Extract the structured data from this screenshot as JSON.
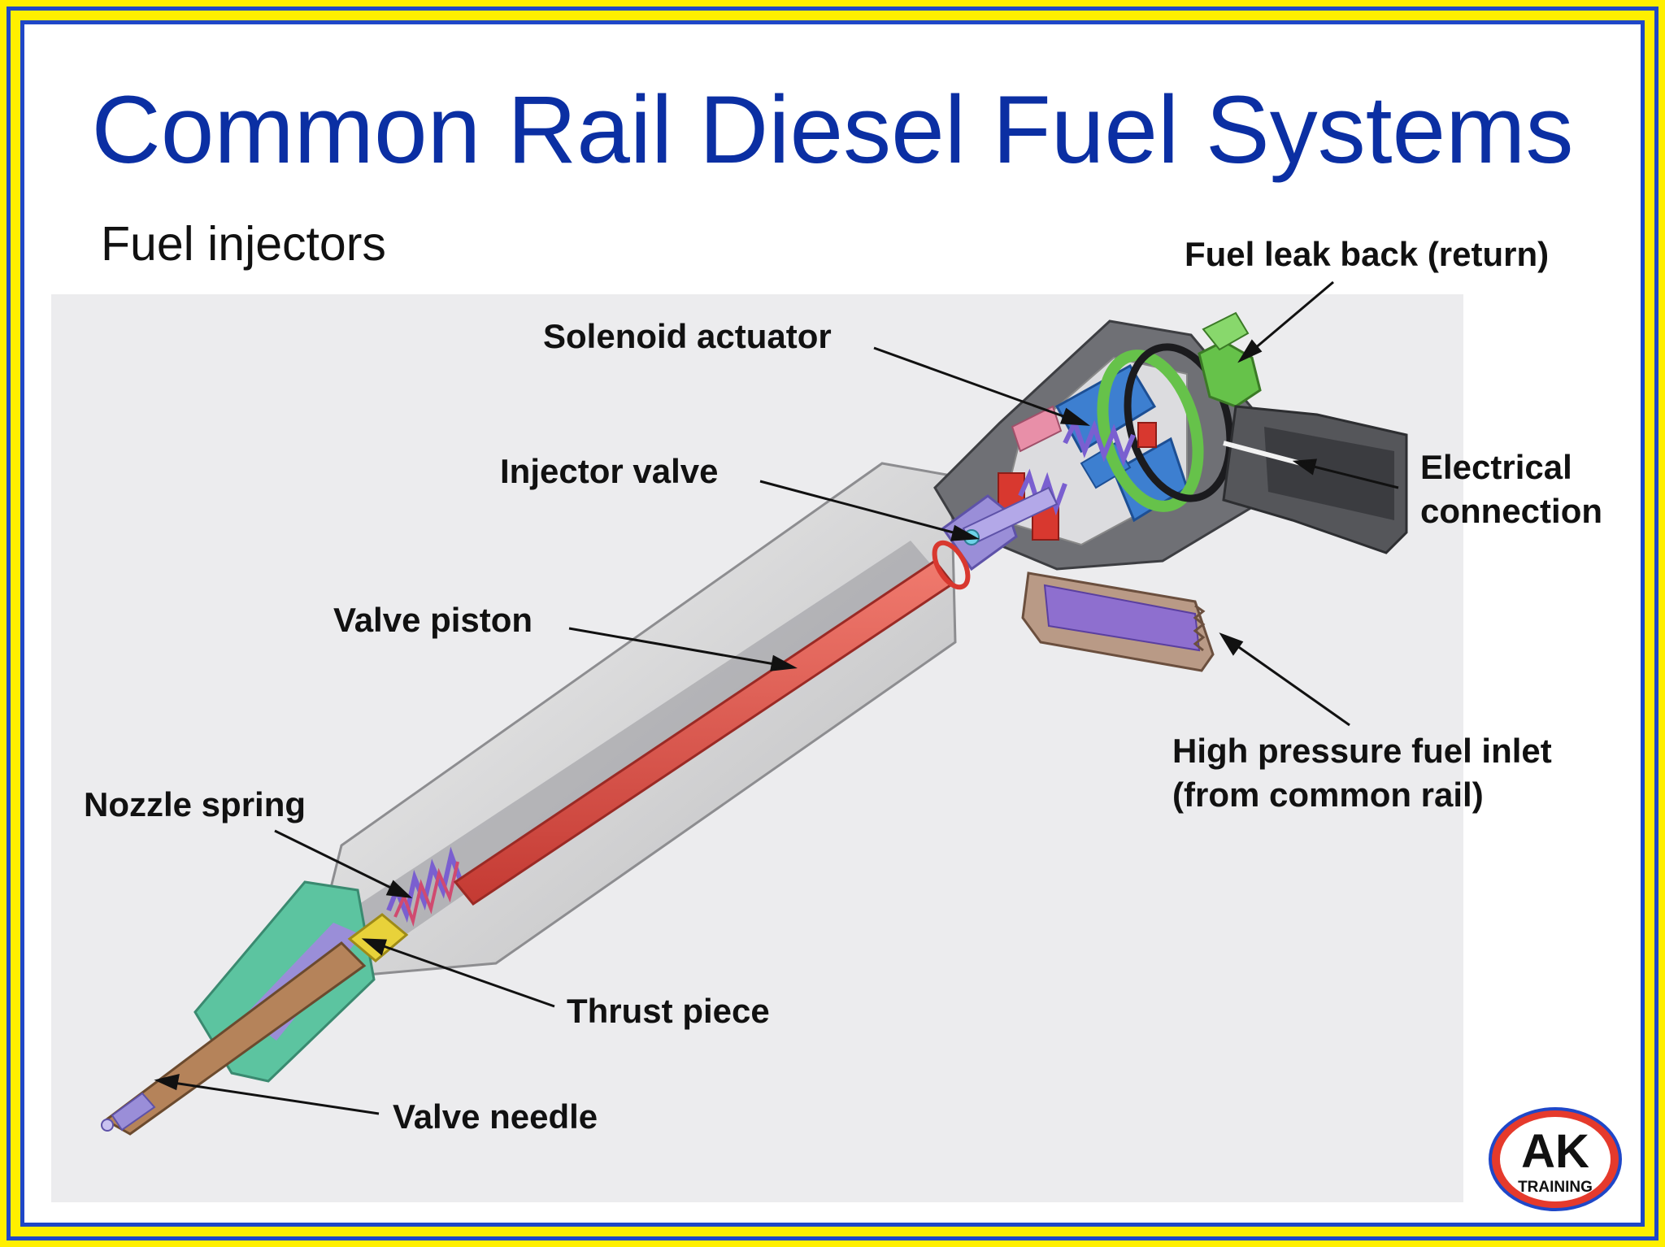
{
  "title": "Common Rail Diesel Fuel Systems",
  "subtitle": "Fuel injectors",
  "labels": {
    "fuel_leak_back": "Fuel leak back (return)",
    "solenoid_actuator": "Solenoid actuator",
    "injector_valve": "Injector valve",
    "electrical_connection_line1": "Electrical",
    "electrical_connection_line2": "connection",
    "valve_piston": "Valve piston",
    "high_pressure_inlet_line1": "High pressure fuel inlet",
    "high_pressure_inlet_line2": "(from common rail)",
    "nozzle_spring": "Nozzle spring",
    "thrust_piece": "Thrust piece",
    "valve_needle": "Valve needle"
  },
  "logo": {
    "line1": "AK",
    "line2": "TRAINING"
  },
  "colors": {
    "title": "#0b2fa3",
    "border_yellow": "#ffef00",
    "border_blue": "#1f47c8",
    "piston_red": "#e0483f",
    "spring_purple": "#7a5fd0",
    "nozzle_green": "#5cc4a0",
    "thrust_yellow": "#e8d23a",
    "needle_bronze": "#b5835a",
    "connector_green": "#66c24a"
  }
}
